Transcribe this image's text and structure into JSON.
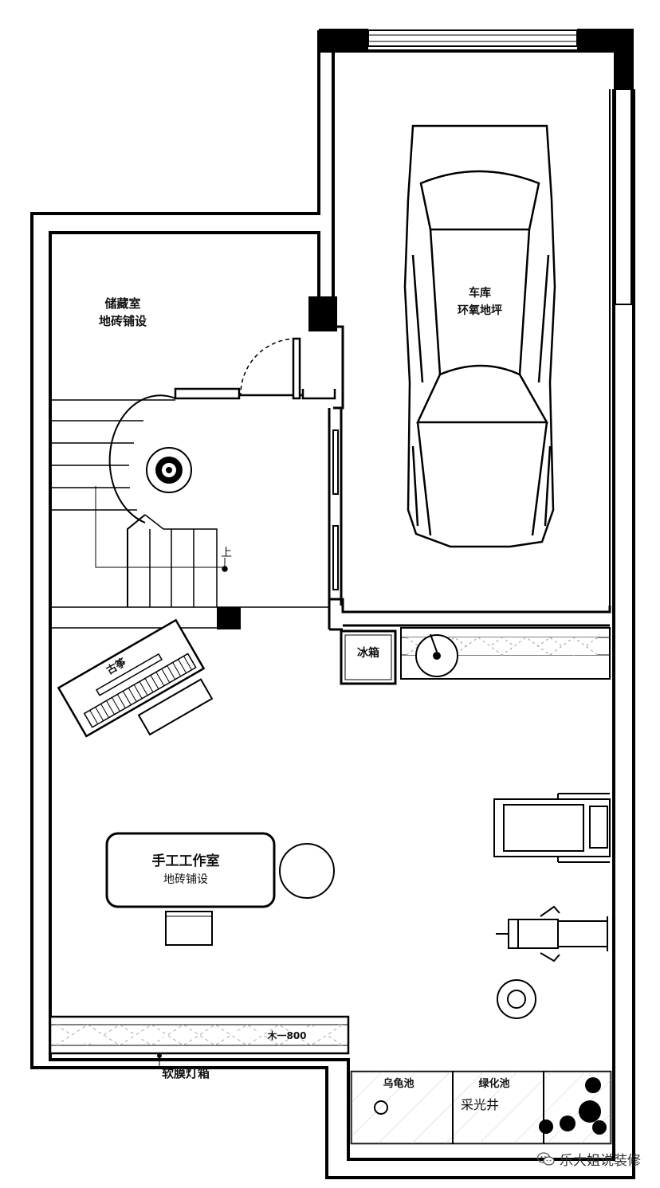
{
  "rooms": {
    "storage": {
      "name": "储藏室",
      "floor": "地砖铺设"
    },
    "garage": {
      "name": "车库",
      "floor": "环氧地坪"
    },
    "studio": {
      "name": "手工工作室",
      "floor": "地砖铺设"
    }
  },
  "labels": {
    "stair_up": "上",
    "fridge": "冰箱",
    "instrument": "古筝",
    "lightbox": "软膜灯箱",
    "turtle_pond": "乌龟池",
    "green_pond": "绿化池",
    "light_well": "采光井",
    "cabinet_tag": "木一800"
  },
  "watermark": {
    "text": "乐大姐说装修",
    "icon": "wechat-icon"
  }
}
